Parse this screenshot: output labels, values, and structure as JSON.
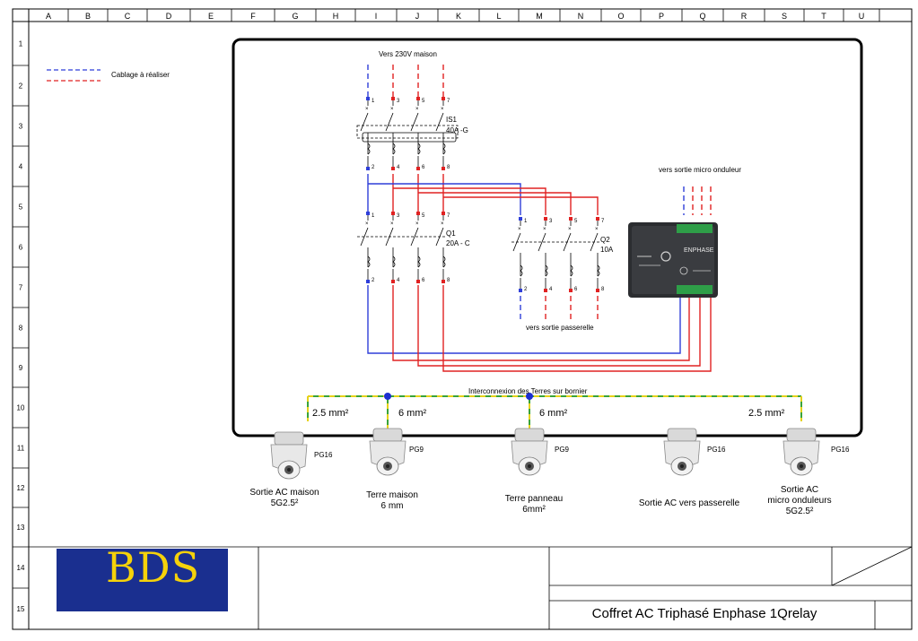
{
  "grid": {
    "columns": [
      "A",
      "B",
      "C",
      "D",
      "E",
      "F",
      "G",
      "H",
      "I",
      "J",
      "K",
      "L",
      "M",
      "N",
      "O",
      "P",
      "Q",
      "R",
      "S",
      "T",
      "U"
    ],
    "rows": [
      "1",
      "2",
      "3",
      "4",
      "5",
      "6",
      "7",
      "8",
      "9",
      "10",
      "11",
      "12",
      "13",
      "14",
      "15"
    ]
  },
  "legend": {
    "label": "Cablage à réaliser"
  },
  "supply": {
    "label": "Vers 230V maison"
  },
  "is1": {
    "name": "IS1",
    "rating": "40A -G",
    "terminals_top": [
      "1",
      "3",
      "5",
      "7"
    ],
    "terminals_bottom": [
      "2",
      "4",
      "6",
      "8"
    ]
  },
  "q1": {
    "name": "Q1",
    "rating": "20A - C",
    "terminals_top": [
      "1",
      "3",
      "5",
      "7"
    ],
    "terminals_bottom": [
      "2",
      "4",
      "6",
      "8"
    ]
  },
  "q2": {
    "name": "Q2",
    "rating": "10A",
    "terminals_top": [
      "1",
      "3",
      "5",
      "7"
    ],
    "terminals_bottom": [
      "2",
      "4",
      "6",
      "8"
    ]
  },
  "gateway": {
    "label": "vers sortie micro onduleur",
    "brand": "ENPHASE"
  },
  "gateway_out": {
    "label": "vers sortie passerelle"
  },
  "earth_bus": {
    "label": "Interconnexion des Terres sur bornier"
  },
  "cable_sizes": [
    "2.5 mm²",
    "6 mm²",
    "6 mm²",
    "2.5 mm²"
  ],
  "glands": [
    {
      "size": "PG16",
      "label_lines": [
        "Sortie AC maison",
        "5G2.5²"
      ]
    },
    {
      "size": "PG9",
      "label_lines": [
        "Terre maison",
        "6 mm"
      ]
    },
    {
      "size": "PG9",
      "label_lines": [
        "Terre panneau",
        "6mm²"
      ]
    },
    {
      "size": "PG16",
      "label_lines": [
        "Sortie AC vers passerelle"
      ]
    },
    {
      "size": "PG16",
      "label_lines": [
        "Sortie AC",
        "micro onduleurs",
        "5G2.5²"
      ]
    }
  ],
  "logo": {
    "text": "BDS"
  },
  "title_block": {
    "title": "Coffret AC Triphasé Enphase 1Qrelay"
  },
  "colors": {
    "neutral": "#2f3fd9",
    "phase": "#e02222",
    "earth_green": "#3aa33a",
    "earth_yellow": "#e6d21a",
    "logo_bg": "#1a2f8f",
    "logo_fg": "#f5d20a"
  }
}
